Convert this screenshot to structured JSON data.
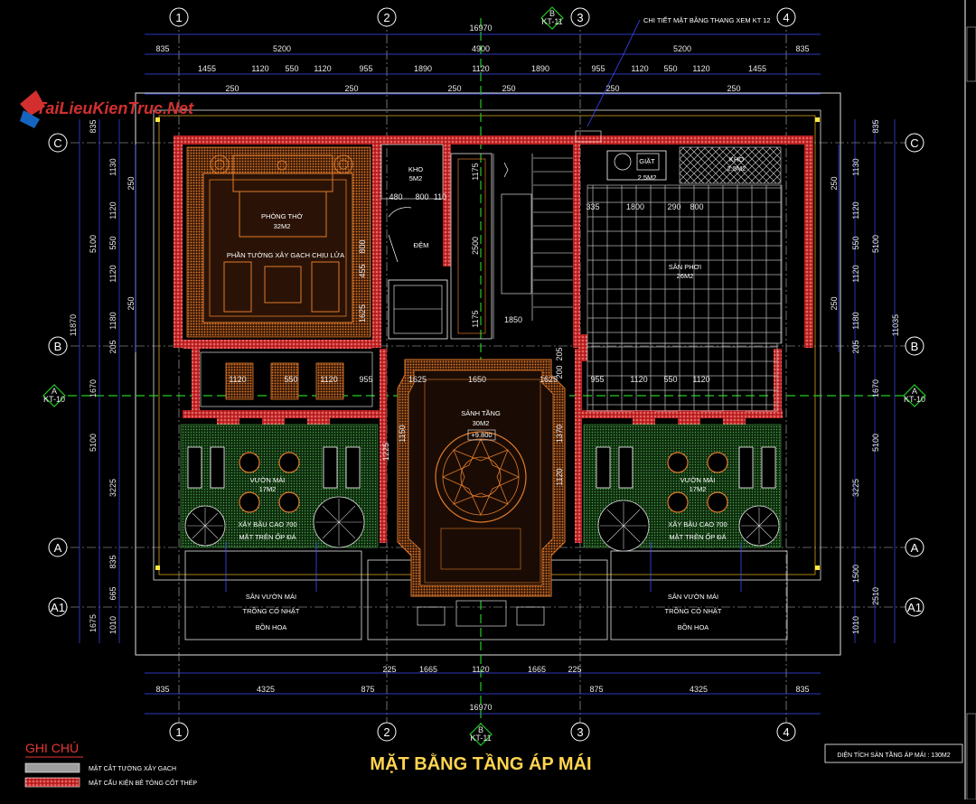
{
  "watermark": {
    "site": "TaiLieuKienTruc.Net"
  },
  "drawing": {
    "title": "MẶT BẰNG TẦNG ÁP MÁI",
    "area_box": "DIỆN TÍCH SÀN TẦNG ÁP MÁI : 130M2",
    "callout": "CHI TIẾT MẶT BẰNG THANG XEM KT 12",
    "legend_title": "GHI CHÚ",
    "legend_items": [
      "MẶT CẮT TƯỜNG XÂY GẠCH",
      "MẶT CẤU KIỆN BÊ TÔNG CỐT THÉP"
    ]
  },
  "grid": {
    "columns": [
      "1",
      "2",
      "3",
      "4"
    ],
    "rows": [
      "C",
      "B",
      "A",
      "A1"
    ],
    "section_tags": [
      {
        "letter": "B",
        "ref": "KT-11"
      },
      {
        "letter": "A",
        "ref": "KT-10"
      }
    ]
  },
  "dimensions": {
    "top_total": "16970",
    "top_bays": [
      "835",
      "5200",
      "4900",
      "5200",
      "835"
    ],
    "top_detail": [
      "1455",
      "1120",
      "550",
      "1120",
      "955",
      "1890",
      "1120",
      "1890",
      "955",
      "1120",
      "550",
      "1120",
      "1455"
    ],
    "top_small": [
      "250",
      "250",
      "250",
      "250",
      "250",
      "250"
    ],
    "bottom_total": "16970",
    "bottom_bays": [
      "835",
      "4325",
      "875",
      "875",
      "4325",
      "835"
    ],
    "bottom_detail": [
      "225",
      "1665",
      "1120",
      "1665",
      "225"
    ],
    "left_total": "11870",
    "left_bays": [
      "835",
      "5100",
      "1670",
      "5100",
      "1675"
    ],
    "left_detail": [
      "1130",
      "1120",
      "550",
      "1120",
      "1180",
      "205",
      "3225",
      "835",
      "665",
      "1010"
    ],
    "left_small": [
      "250",
      "250"
    ],
    "right_total": "11035",
    "right_bays": [
      "835",
      "5100",
      "1670",
      "5100",
      "2510"
    ],
    "right_detail": [
      "1130",
      "1120",
      "550",
      "1120",
      "1180",
      "205",
      "3225",
      "1500",
      "1010"
    ],
    "right_small": [
      "250",
      "250"
    ],
    "inner": [
      "480",
      "800",
      "110",
      "800",
      "455",
      "1625",
      "2500",
      "1175",
      "1175",
      "1850",
      "335",
      "1800",
      "290",
      "800",
      "1120",
      "550",
      "1120",
      "955",
      "1625",
      "1650",
      "1625",
      "955",
      "1120",
      "550",
      "1120",
      "1150",
      "1120",
      "1370",
      "200",
      "205",
      "1225"
    ]
  },
  "rooms": {
    "worship": {
      "name": "PHÒNG THỜ",
      "area": "32M2"
    },
    "wall_note": "PHẦN TƯỜNG XÂY GẠCH CHỊU LỬA",
    "store1": {
      "name": "KHO",
      "area": "5M2"
    },
    "dem": "ĐỆM",
    "laundry": {
      "name": "GIẶT",
      "area": "2.5M2"
    },
    "store2": {
      "name": "KHO",
      "area": "2.5M2"
    },
    "drying": {
      "name": "SÂN PHƠI",
      "area": "26M2"
    },
    "hall": {
      "name": "SẢNH TẦNG",
      "area": "30M2",
      "level": "+9.800"
    },
    "garden_left": {
      "name": "VƯỜN MÁI",
      "area": "17M2"
    },
    "garden_right": {
      "name": "VƯỜN MÁI",
      "area": "17M2"
    },
    "planter_note_1": "XÂY BẬU CAO 700",
    "planter_note_2": "MẶT TRÊN ỐP ĐÁ",
    "yard_1": "SÂN VƯỜN MÁI",
    "yard_2": "TRỒNG CỎ NHẬT",
    "yard_3": "BỒN HOA"
  }
}
